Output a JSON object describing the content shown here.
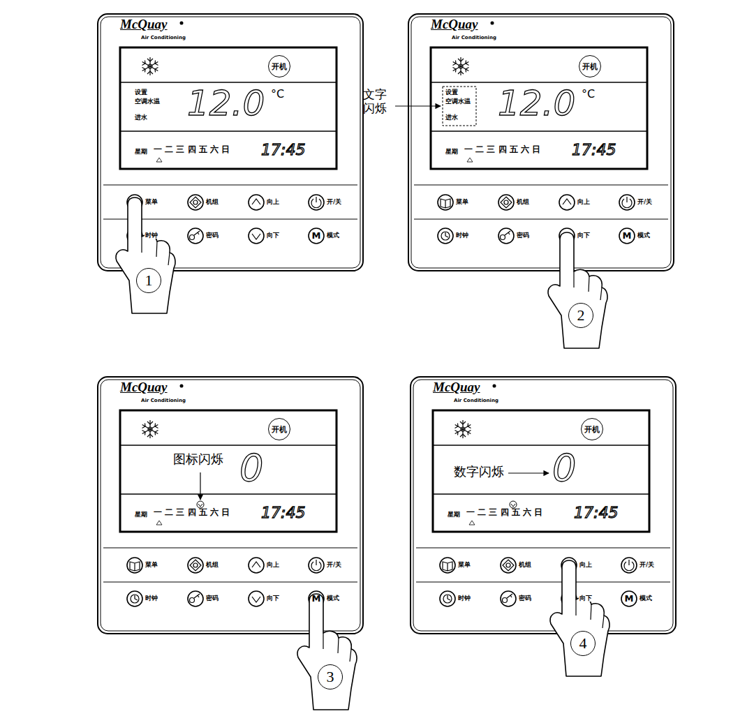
{
  "diagram": {
    "nodes": [
      {
        "text": [
          "McQuay",
          "Air Conditioning"
        ]
      },
      {
        "text": [
          "开机"
        ],
        "in": 0
      },
      {
        "text": [
          "1"
        ]
      },
      {
        "text": [
          "McQuay",
          "Air Conditioning"
        ]
      },
      {
        "text": [
          "开机"
        ],
        "in": 3
      },
      {
        "text": [
          "2"
        ]
      },
      {
        "text": [
          "McQuay",
          "Air Conditioning"
        ]
      },
      {
        "text": [
          "开机"
        ],
        "in": 6
      },
      {
        "text": [
          "3"
        ]
      },
      {
        "text": [
          "McQuay",
          "Air Conditioning"
        ]
      },
      {
        "text": [
          "开机"
        ],
        "in": 9
      },
      {
        "text": [
          "4"
        ]
      }
    ],
    "labels": [
      "设置",
      "空调水温",
      "进水",
      "12.0",
      "°C",
      "星期",
      "一 二 三 四 五 六 日",
      "17:45",
      "菜单",
      "机组",
      "向上",
      "开/关",
      "时钟",
      "密码",
      "向下",
      "模式",
      "M",
      "文字闪烁",
      "设置",
      "空调水温",
      "进水",
      "12.0",
      "°C",
      "星期",
      "一 二 三 四 五 六 日",
      "17:45",
      "菜单",
      "机组",
      "向上",
      "开/关",
      "时钟",
      "密码",
      "向下",
      "模式",
      "M",
      "图标闪烁",
      "0",
      "星期",
      "一 二 三 四 五 六 日",
      "17:45",
      "菜单",
      "机组",
      "向上",
      "开/关",
      "时钟",
      "密码",
      "向下",
      "模式",
      "M",
      "数字闪烁",
      "0",
      "星期",
      "一 二 三 四 五 六 日",
      "17:45",
      "菜单",
      "机组",
      "向上",
      "开/关",
      "时钟",
      "密码",
      "向下",
      "模式",
      "M"
    ]
  }
}
